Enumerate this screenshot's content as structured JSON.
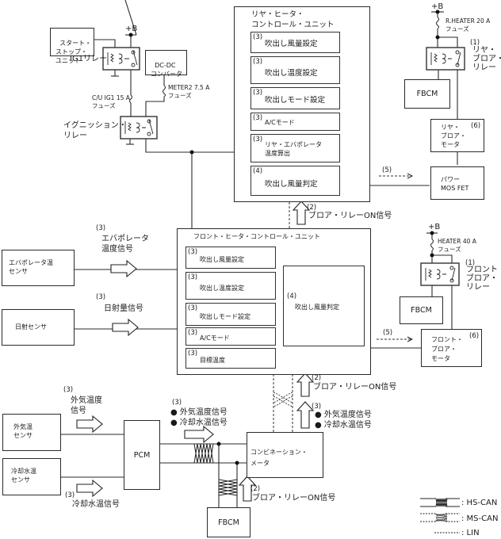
{
  "rear_unit": {
    "title": "リヤ・ヒータ・\nコントロール・ユニット",
    "blocks": [
      {
        "num": "(3)",
        "label": "吹出し風量設定"
      },
      {
        "num": "(3)",
        "label": "吹出し温度設定"
      },
      {
        "num": "(3)",
        "label": "吹出しモード設定"
      },
      {
        "num": "(3)",
        "label": "A/Cモード"
      },
      {
        "num": "(3)",
        "label": "リヤ・エバポレータ\n温度算出"
      },
      {
        "num": "(4)",
        "label": "吹出し風量判定"
      }
    ]
  },
  "front_unit": {
    "title": "フロント・ヒータ・コントロール・ユニット",
    "blocks": [
      {
        "num": "(3)",
        "label": "吹出し風量設定"
      },
      {
        "num": "(3)",
        "label": "吹出し温度設定"
      },
      {
        "num": "(3)",
        "label": "吹出しモード設定"
      },
      {
        "num": "(3)",
        "label": "A/Cモード"
      },
      {
        "num": "(3)",
        "label": "目標温度"
      }
    ],
    "judge": {
      "num": "(4)",
      "label": "吹出し風量判定"
    }
  },
  "ignition": {
    "start_stop": "スタート・\nストップ・\nユニット",
    "ig1_relay": "IG1リレー",
    "dcdc": "DC-DC\nコンバータ",
    "meter_fuse": "METER2 7.5 A\nフューズ",
    "cu_fuse": "C/U IG1 15 A\nフューズ",
    "ign_relay": "イグニッション・\nリレー",
    "plus_b": "+B"
  },
  "rear_blower": {
    "plus_b": "+B",
    "fuse": "R.HEATER 20 A\nフューズ",
    "relay_num": "(1)",
    "relay": "リヤ・\nブロア・\nリレー",
    "fbcm": "FBCM",
    "motor_num": "(6)",
    "motor": "リヤ・\nブロア・\nモータ",
    "mosfet": "パワー\nMOS FET",
    "signal_num": "(5)"
  },
  "front_blower": {
    "plus_b": "+B",
    "fuse": "HEATER 40 A\nフューズ",
    "relay_num": "(1)",
    "relay": "フロント・\nブロア・\nリレー",
    "fbcm": "FBCM",
    "motor_num": "(6)",
    "motor": "フロント・\nブロア・\nモータ",
    "signal_num": "(5)"
  },
  "sensors": {
    "evap": {
      "box": "エバポレータ温\nセンサ",
      "num": "(3)",
      "signal": "エバポレータ\n温度信号"
    },
    "solar": {
      "box": "日射センサ",
      "num": "(3)",
      "signal": "日射量信号"
    },
    "ambient": {
      "box": "外気温\nセンサ",
      "num": "(3)",
      "signal": "外気温度\n信号"
    },
    "coolant": {
      "box": "冷却水温\nセンサ",
      "num": "(3)",
      "signal": "冷却水温信号"
    }
  },
  "pcm": "PCM",
  "meter": "コンビネーション・\nメータ",
  "fbcm_bottom": "FBCM",
  "signals": {
    "rear_blower_on": {
      "num": "(2)",
      "label": "ブロア・リレーON信号"
    },
    "front_blower_on": {
      "num": "(2)",
      "label": "ブロア・リレーON信号"
    },
    "meter_to_front": {
      "num": "(3)",
      "items": [
        "● 外気温度信号",
        "● 冷却水温信号"
      ]
    },
    "pcm_to_meter": {
      "num": "(3)",
      "items": [
        "● 外気温度信号",
        "● 冷却水温信号"
      ]
    },
    "fbcm_to_meter": {
      "num": "(2)",
      "label": "ブロア・リレーON信号"
    }
  },
  "legend": {
    "hs_can": ": HS-CAN",
    "ms_can": ": MS-CAN",
    "lin": ": LIN"
  }
}
